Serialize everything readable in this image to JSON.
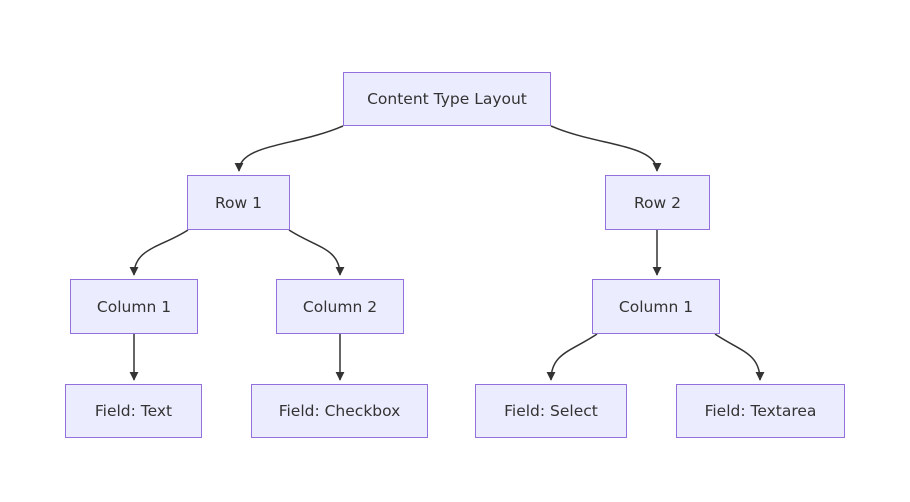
{
  "colors": {
    "background": "#ffffff",
    "node_fill": "#ECECFF",
    "node_border": "#9370DB",
    "edge_color": "#333333",
    "text_color": "#333333"
  },
  "diagram": {
    "type": "flowchart-top-down",
    "nodes": [
      {
        "id": "content-type-layout",
        "label": "Content Type Layout"
      },
      {
        "id": "row-1",
        "label": "Row 1"
      },
      {
        "id": "row-2",
        "label": "Row 2"
      },
      {
        "id": "row1-column-1",
        "label": "Column 1"
      },
      {
        "id": "row1-column-2",
        "label": "Column 2"
      },
      {
        "id": "row2-column-1",
        "label": "Column 1"
      },
      {
        "id": "field-text",
        "label": "Field: Text"
      },
      {
        "id": "field-checkbox",
        "label": "Field: Checkbox"
      },
      {
        "id": "field-select",
        "label": "Field: Select"
      },
      {
        "id": "field-textarea",
        "label": "Field: Textarea"
      }
    ],
    "edges": [
      {
        "from": "content-type-layout",
        "to": "row-1"
      },
      {
        "from": "content-type-layout",
        "to": "row-2"
      },
      {
        "from": "row-1",
        "to": "row1-column-1"
      },
      {
        "from": "row-1",
        "to": "row1-column-2"
      },
      {
        "from": "row-2",
        "to": "row2-column-1"
      },
      {
        "from": "row1-column-1",
        "to": "field-text"
      },
      {
        "from": "row1-column-2",
        "to": "field-checkbox"
      },
      {
        "from": "row2-column-1",
        "to": "field-select"
      },
      {
        "from": "row2-column-1",
        "to": "field-textarea"
      }
    ]
  }
}
